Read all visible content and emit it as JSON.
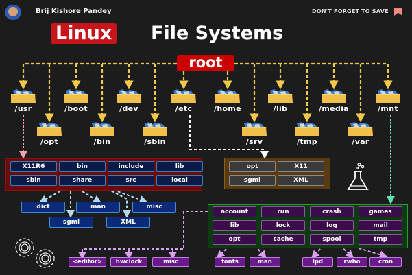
{
  "header": {
    "author": "Brij Kishore Pandey",
    "save_note": "DON'T FORGET TO SAVE",
    "title_highlight": "Linux",
    "title_rest": "File Systems"
  },
  "root": {
    "label": "root"
  },
  "top_directories": [
    {
      "label": "/usr"
    },
    {
      "label": "/boot"
    },
    {
      "label": "/dev"
    },
    {
      "label": "/etc"
    },
    {
      "label": "/home"
    },
    {
      "label": "/lib"
    },
    {
      "label": "/media"
    },
    {
      "label": "/mnt"
    }
  ],
  "lower_directories": [
    {
      "label": "/opt"
    },
    {
      "label": "/bin"
    },
    {
      "label": "/sbin"
    },
    {
      "label": "/srv"
    },
    {
      "label": "/tmp"
    },
    {
      "label": "/var"
    }
  ],
  "usr_group": {
    "items": [
      "X11R6",
      "bin",
      "include",
      "lib",
      "sbin",
      "share",
      "src",
      "local"
    ]
  },
  "share_children": [
    "dict",
    "man",
    "misc",
    "sgml",
    "XML"
  ],
  "etc_group": {
    "items": [
      "opt",
      "X11",
      "sgml",
      "XML"
    ]
  },
  "var_group": {
    "items": [
      "account",
      "run",
      "crash",
      "games",
      "lib",
      "lock",
      "log",
      "mail",
      "opt",
      "cache",
      "spool",
      "tmp"
    ]
  },
  "var_lib_children": [
    "<editor>",
    "hwclock",
    "misc"
  ],
  "var_opt_children": [
    "fonts",
    "man"
  ],
  "var_spool_children": [
    "lpd",
    "rwho",
    "cron"
  ],
  "colors": {
    "background": "#1c1c1c",
    "accent_red": "#c8151b",
    "root_connector": "#f0c84a",
    "usr_connector": "#f4a0b0",
    "etc_connector": "#ffffff",
    "mnt_connector": "#60e0b0",
    "share_connector": "#b0d8f0",
    "var_connector": "#d8a0f0"
  }
}
